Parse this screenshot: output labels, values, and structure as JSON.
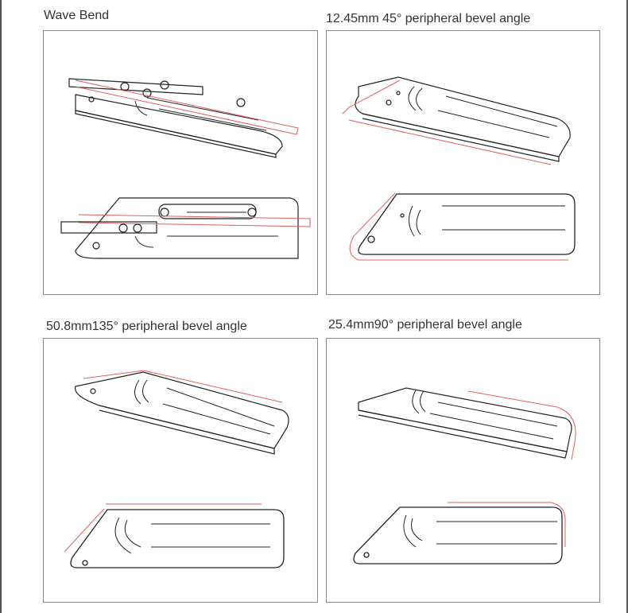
{
  "panels": [
    {
      "title": "Wave Bend"
    },
    {
      "title": "12.45mm 45° peripheral bevel angle"
    },
    {
      "title": "50.8mm135° peripheral bevel angle"
    },
    {
      "title": "25.4mm90° peripheral bevel angle"
    }
  ],
  "colors": {
    "outline": "#222222",
    "bevel_line": "#e06060",
    "border": "#8a8a8a"
  }
}
